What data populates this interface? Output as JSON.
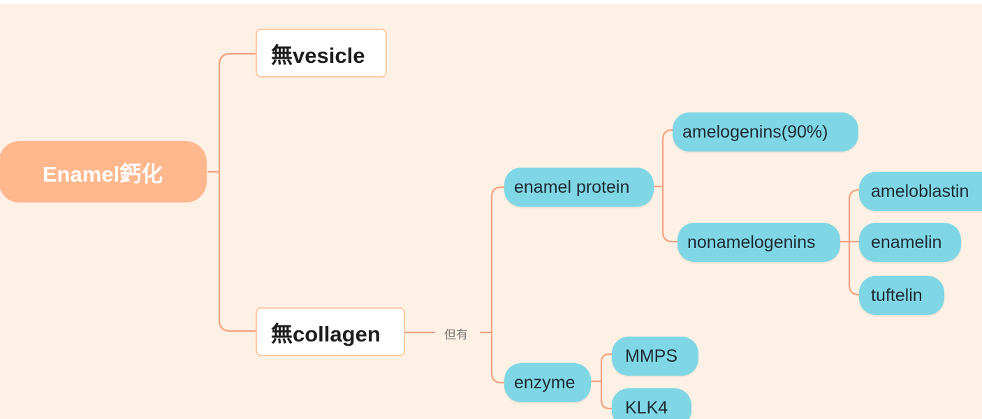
{
  "mindmap": {
    "root": "Enamel鈣化",
    "branch_vesicle": "無vesicle",
    "branch_collagen": "無collagen",
    "link_label": "但有",
    "enamel_protein": "enamel protein",
    "amelogenins": "amelogenins(90%)",
    "nonamelogenins": "nonamelogenins",
    "ameloblastin": "ameloblastin",
    "enamelin": "enamelin",
    "tuftelin": "tuftelin",
    "enzyme": "enzyme",
    "mmps": "MMPS",
    "klk4": "KLK4"
  },
  "colors": {
    "background": "#fdf0e4",
    "root_fill": "#ffb78e",
    "connector": "#f5a282",
    "white_node_border": "#fbc9a6",
    "blue_node_fill": "#7fd7e5"
  }
}
